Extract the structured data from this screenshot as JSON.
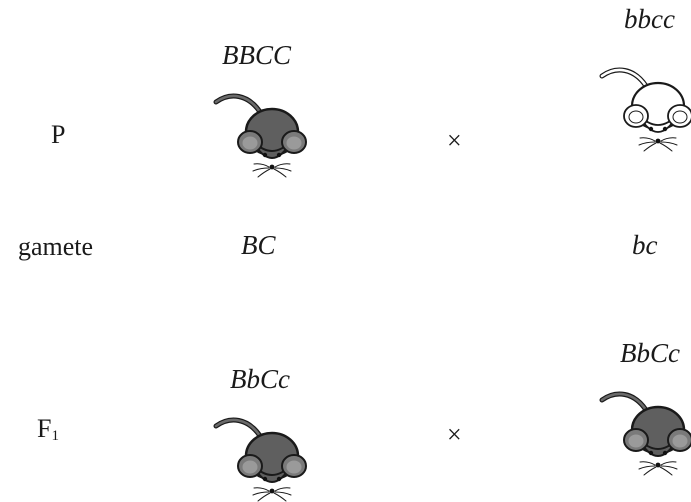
{
  "rows": {
    "parental": {
      "label": "P"
    },
    "gametes": {
      "label": "gamete"
    },
    "f1": {
      "label_main": "F",
      "label_sub": "1"
    }
  },
  "parental": {
    "left_genotype": "BBCC",
    "right_genotype": "bbcc",
    "cross_symbol": "×",
    "left_mouse_color": "dark-gray",
    "right_mouse_color": "white"
  },
  "gametes": {
    "left": "BC",
    "right": "bc"
  },
  "f1": {
    "left_genotype": "BbCc",
    "right_genotype": "BbCc",
    "cross_symbol": "×",
    "left_mouse_color": "dark-gray",
    "right_mouse_color": "dark-gray"
  },
  "colors": {
    "dark_body": "#5f5f5f",
    "dark_ear_inner": "#9a9a9a",
    "white_body": "#ffffff",
    "outline": "#1a1a1a"
  }
}
